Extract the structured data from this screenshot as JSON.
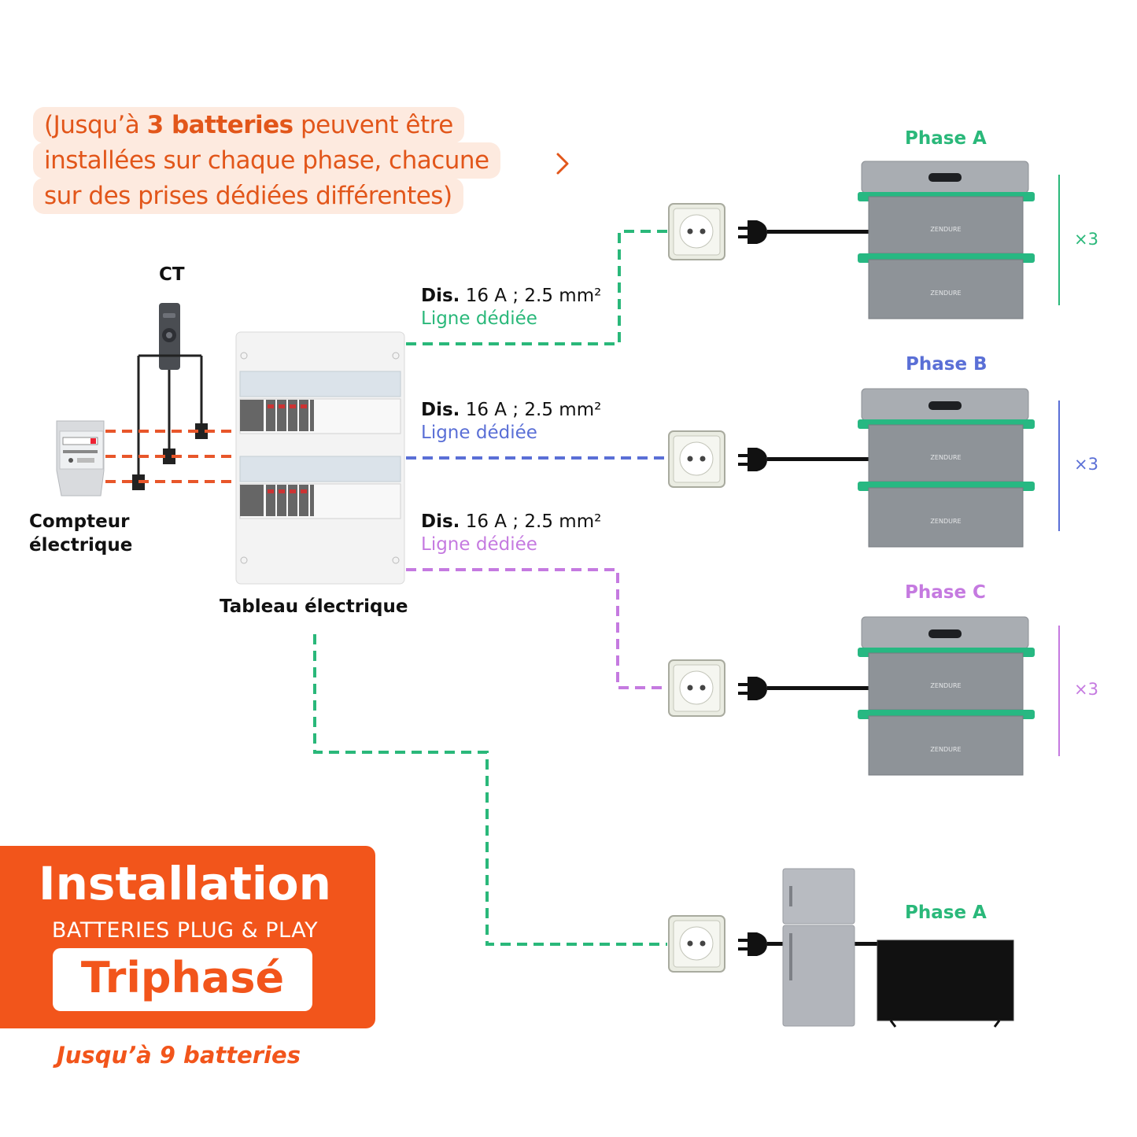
{
  "note": {
    "line1_prefix": "(Jusqu’à ",
    "line1_bold": "3 batteries",
    "line1_suffix": " peuvent être",
    "line2": "installées sur chaque phase, chacune",
    "line3": "sur des prises dédiées différentes)"
  },
  "labels": {
    "ct": "CT",
    "meter_line1": "Compteur",
    "meter_line2": "électrique",
    "panel": "Tableau électrique"
  },
  "lines": [
    {
      "dis": "Dis.",
      "spec": " 16 A ; 2.5 mm²",
      "ligne": "Ligne dédiée",
      "color": "#2ab87a"
    },
    {
      "dis": "Dis.",
      "spec": " 16 A ; 2.5 mm²",
      "ligne": "Ligne dédiée",
      "color": "#5a6fd6"
    },
    {
      "dis": "Dis.",
      "spec": " 16 A ; 2.5 mm²",
      "ligne": "Ligne dédiée",
      "color": "#c57ae0"
    }
  ],
  "phases": [
    {
      "name": "Phase A",
      "count": "×3",
      "color": "#2ab87a"
    },
    {
      "name": "Phase B",
      "count": "×3",
      "color": "#5a6fd6"
    },
    {
      "name": "Phase C",
      "count": "×3",
      "color": "#c57ae0"
    }
  ],
  "appliance_phase": {
    "name": "Phase A",
    "color": "#2ab87a"
  },
  "battery_brand": "ZENDURE",
  "badge": {
    "title": "Installation",
    "subtitle": "BATTERIES PLUG & PLAY",
    "mode": "Triphasé",
    "footer": "Jusqu’à 9 batteries"
  },
  "colors": {
    "accent": "#f2551b",
    "orange_wire": "#e8562a",
    "note_bg": "#fdeadf"
  }
}
